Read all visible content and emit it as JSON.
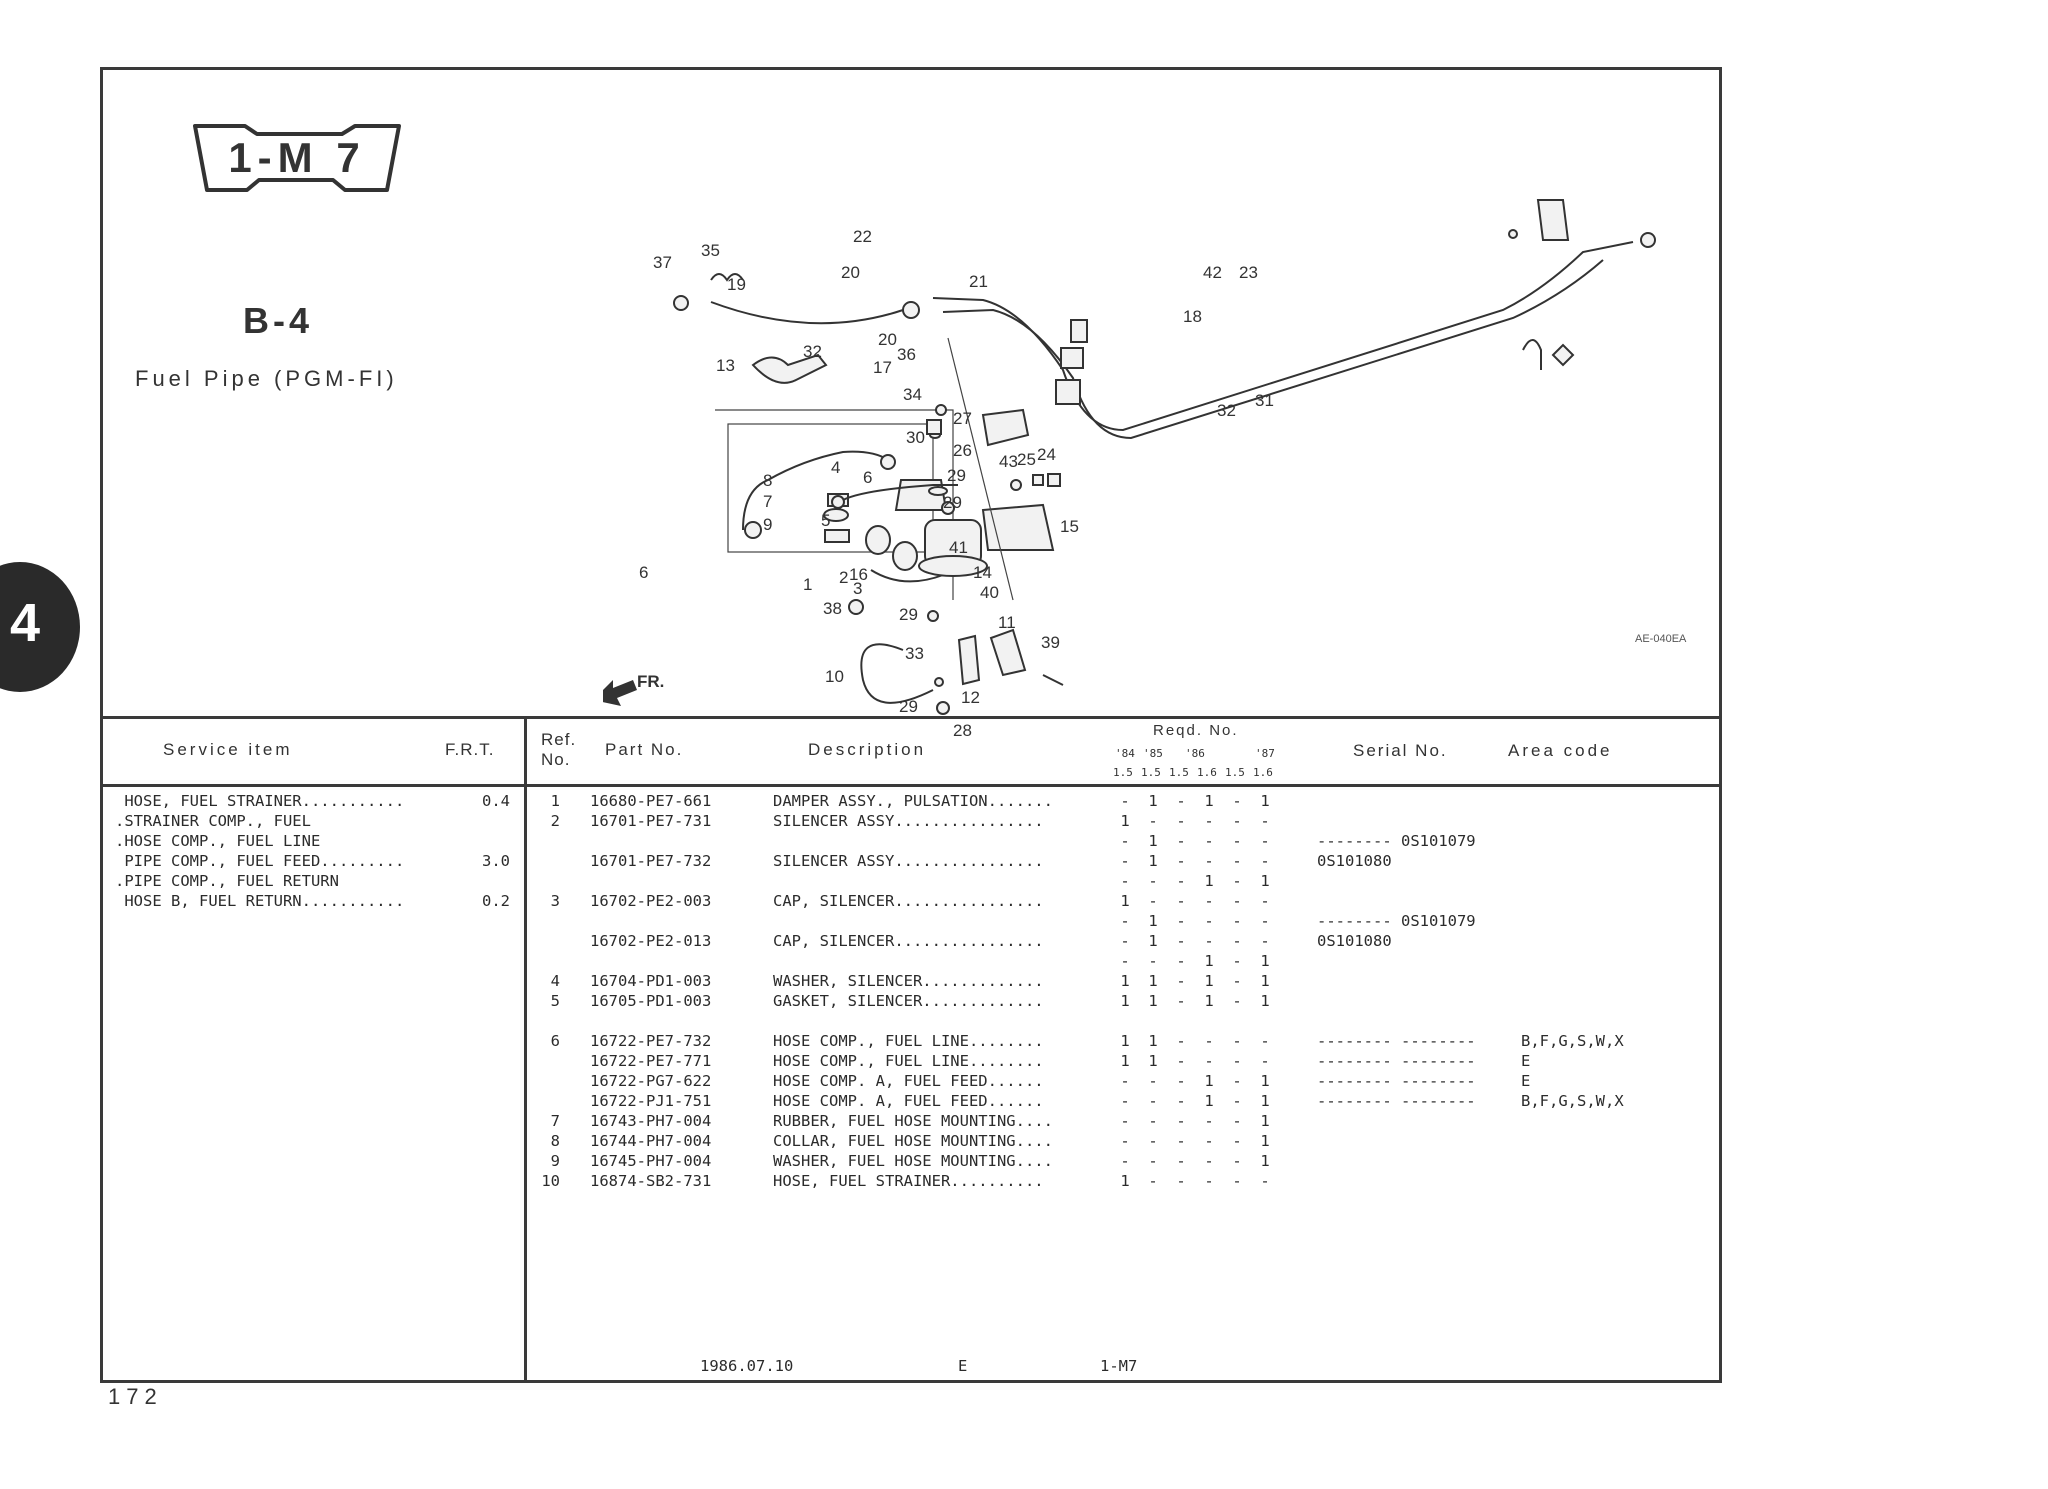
{
  "page": {
    "group_badge": "1-M 7",
    "section_code": "B-4",
    "section_title": "Fuel Pipe (PGM-FI)",
    "tab_number": "4",
    "page_number": "172",
    "illustration_code": "AE-040EA",
    "direction_label": "FR."
  },
  "diagram": {
    "callouts": [
      "1",
      "2",
      "3",
      "4",
      "5",
      "6",
      "6",
      "7",
      "8",
      "9",
      "10",
      "11",
      "12",
      "13",
      "14",
      "15",
      "16",
      "17",
      "18",
      "19",
      "20",
      "20",
      "21",
      "22",
      "23",
      "24",
      "25",
      "26",
      "27",
      "28",
      "29",
      "29",
      "29",
      "29",
      "30",
      "31",
      "32",
      "32",
      "33",
      "34",
      "35",
      "36",
      "37",
      "38",
      "39",
      "40",
      "41",
      "42",
      "43"
    ]
  },
  "service_table": {
    "headers": {
      "item": "Service item",
      "frt": "F.R.T."
    },
    "rows": [
      {
        "item": " HOSE, FUEL STRAINER...........",
        "frt": "0.4"
      },
      {
        "item": ".STRAINER COMP., FUEL",
        "frt": ""
      },
      {
        "item": ".HOSE COMP., FUEL LINE",
        "frt": ""
      },
      {
        "item": " PIPE COMP., FUEL FEED.........",
        "frt": "3.0"
      },
      {
        "item": ".PIPE COMP., FUEL RETURN",
        "frt": ""
      },
      {
        "item": " HOSE B, FUEL RETURN...........",
        "frt": "0.2"
      }
    ]
  },
  "parts_table": {
    "headers": {
      "ref_line1": "Ref.",
      "ref_line2": "No.",
      "part_no": "Part No.",
      "description": "Description",
      "reqd": "Reqd. No.",
      "years": [
        "'84",
        "'85",
        "'86",
        "'87"
      ],
      "engines": [
        "1.5",
        "1.5",
        "1.5",
        "1.6",
        "1.5",
        "1.6"
      ],
      "serial": "Serial No.",
      "area": "Area code"
    },
    "rows": [
      {
        "ref": "1",
        "part": "16680-PE7-661",
        "desc": "DAMPER ASSY., PULSATION.......",
        "q": [
          "-",
          "1",
          "-",
          "1",
          "-",
          "1"
        ],
        "serial": "",
        "area": ""
      },
      {
        "ref": "2",
        "part": "16701-PE7-731",
        "desc": "SILENCER ASSY................",
        "q": [
          "1",
          "-",
          "-",
          "-",
          "-",
          "-"
        ],
        "serial": "",
        "area": ""
      },
      {
        "ref": "",
        "part": "",
        "desc": "",
        "q": [
          "-",
          "1",
          "-",
          "-",
          "-",
          "-"
        ],
        "serial": "-------- 0S101079",
        "area": ""
      },
      {
        "ref": "",
        "part": "16701-PE7-732",
        "desc": "SILENCER ASSY................",
        "q": [
          "-",
          "1",
          "-",
          "-",
          "-",
          "-"
        ],
        "serial": "0S101080",
        "area": ""
      },
      {
        "ref": "",
        "part": "",
        "desc": "",
        "q": [
          "-",
          "-",
          "-",
          "1",
          "-",
          "1"
        ],
        "serial": "",
        "area": ""
      },
      {
        "ref": "3",
        "part": "16702-PE2-003",
        "desc": "CAP, SILENCER................",
        "q": [
          "1",
          "-",
          "-",
          "-",
          "-",
          "-"
        ],
        "serial": "",
        "area": ""
      },
      {
        "ref": "",
        "part": "",
        "desc": "",
        "q": [
          "-",
          "1",
          "-",
          "-",
          "-",
          "-"
        ],
        "serial": "-------- 0S101079",
        "area": ""
      },
      {
        "ref": "",
        "part": "16702-PE2-013",
        "desc": "CAP, SILENCER................",
        "q": [
          "-",
          "1",
          "-",
          "-",
          "-",
          "-"
        ],
        "serial": "0S101080",
        "area": ""
      },
      {
        "ref": "",
        "part": "",
        "desc": "",
        "q": [
          "-",
          "-",
          "-",
          "1",
          "-",
          "1"
        ],
        "serial": "",
        "area": ""
      },
      {
        "ref": "4",
        "part": "16704-PD1-003",
        "desc": "WASHER, SILENCER.............",
        "q": [
          "1",
          "1",
          "-",
          "1",
          "-",
          "1"
        ],
        "serial": "",
        "area": ""
      },
      {
        "ref": "5",
        "part": "16705-PD1-003",
        "desc": "GASKET, SILENCER.............",
        "q": [
          "1",
          "1",
          "-",
          "1",
          "-",
          "1"
        ],
        "serial": "",
        "area": ""
      },
      {
        "ref": "6",
        "part": "16722-PE7-732",
        "desc": "HOSE COMP., FUEL LINE........",
        "q": [
          "1",
          "1",
          "-",
          "-",
          "-",
          "-"
        ],
        "serial": "-------- --------",
        "area": "B,F,G,S,W,X"
      },
      {
        "ref": "",
        "part": "16722-PE7-771",
        "desc": "HOSE COMP., FUEL LINE........",
        "q": [
          "1",
          "1",
          "-",
          "-",
          "-",
          "-"
        ],
        "serial": "-------- --------",
        "area": "E"
      },
      {
        "ref": "",
        "part": "16722-PG7-622",
        "desc": "HOSE COMP. A, FUEL FEED......",
        "q": [
          "-",
          "-",
          "-",
          "1",
          "-",
          "1"
        ],
        "serial": "-------- --------",
        "area": "E"
      },
      {
        "ref": "",
        "part": "16722-PJ1-751",
        "desc": "HOSE COMP. A, FUEL FEED......",
        "q": [
          "-",
          "-",
          "-",
          "1",
          "-",
          "1"
        ],
        "serial": "-------- --------",
        "area": "B,F,G,S,W,X"
      },
      {
        "ref": "7",
        "part": "16743-PH7-004",
        "desc": "RUBBER, FUEL HOSE MOUNTING....",
        "q": [
          "-",
          "-",
          "-",
          "-",
          "-",
          "1"
        ],
        "serial": "",
        "area": ""
      },
      {
        "ref": "8",
        "part": "16744-PH7-004",
        "desc": "COLLAR, FUEL HOSE MOUNTING....",
        "q": [
          "-",
          "-",
          "-",
          "-",
          "-",
          "1"
        ],
        "serial": "",
        "area": ""
      },
      {
        "ref": "9",
        "part": "16745-PH7-004",
        "desc": "WASHER, FUEL HOSE MOUNTING....",
        "q": [
          "-",
          "-",
          "-",
          "-",
          "-",
          "1"
        ],
        "serial": "",
        "area": ""
      },
      {
        "ref": "10",
        "part": "16874-SB2-731",
        "desc": "HOSE, FUEL STRAINER..........",
        "q": [
          "1",
          "-",
          "-",
          "-",
          "-",
          "-"
        ],
        "serial": "",
        "area": ""
      }
    ]
  },
  "footer": {
    "date": "1986.07.10",
    "edition": "E",
    "group": "1-M7"
  }
}
